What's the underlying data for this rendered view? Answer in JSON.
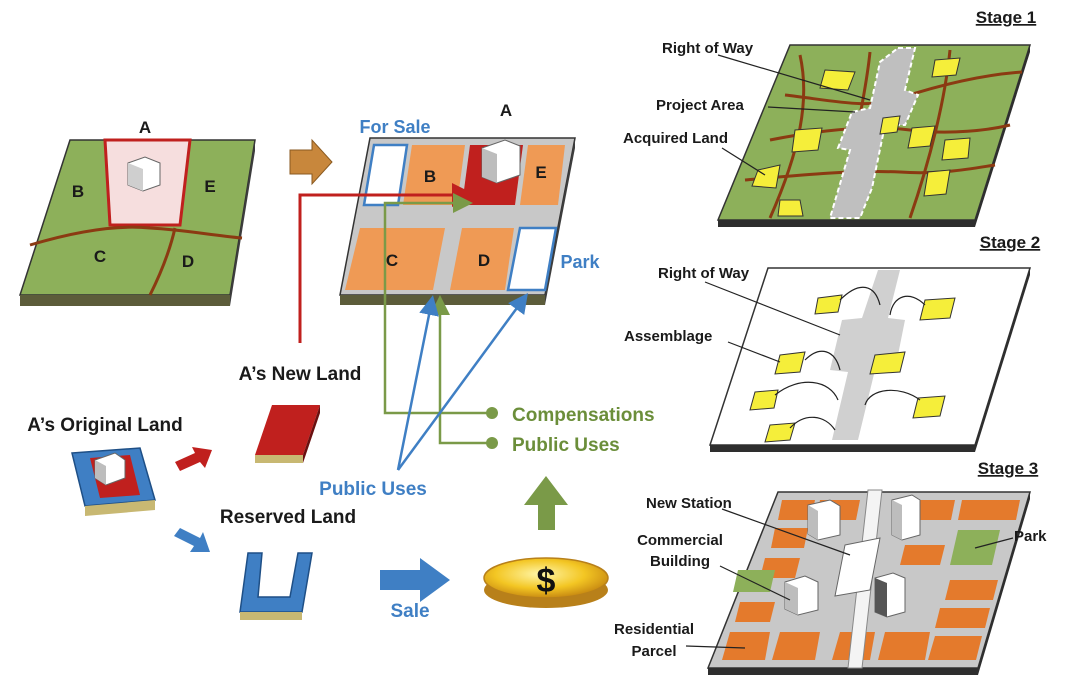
{
  "left_parcel": {
    "labels": {
      "a": "A",
      "b": "B",
      "c": "C",
      "d": "D",
      "e": "E"
    }
  },
  "right_parcel": {
    "labels": {
      "a": "A",
      "b": "B",
      "c": "C",
      "d": "D",
      "e": "E"
    },
    "for_sale": "For Sale",
    "park": "Park"
  },
  "flow": {
    "original_land": "A’s Original Land",
    "new_land": "A’s New Land",
    "reserved_land": "Reserved Land",
    "public_uses_blue": "Public Uses",
    "sale": "Sale",
    "compensations": "Compensations",
    "public_uses_green": "Public Uses",
    "dollar": "$"
  },
  "stages": {
    "stage1": {
      "title": "Stage 1",
      "right_of_way": "Right of Way",
      "project_area": "Project Area",
      "acquired_land": "Acquired Land"
    },
    "stage2": {
      "title": "Stage 2",
      "right_of_way": "Right of Way",
      "assemblage": "Assemblage"
    },
    "stage3": {
      "title": "Stage 3",
      "new_station": "New Station",
      "commercial_line1": "Commercial",
      "commercial_line2": "Building",
      "park": "Park",
      "residential_line1": "Residential",
      "residential_line2": "Parcel"
    }
  },
  "colors": {
    "green_land": "#8db05a",
    "orange_land": "#ef9a55",
    "red_land": "#c0201e",
    "blue_land": "#3f7fc4",
    "road_gray": "#c8c8c8",
    "yellow_parcel": "#f5ee3a",
    "brown_road": "#8b3a12",
    "text_blue": "#3f7fc4",
    "text_green": "#6b8e3a"
  }
}
